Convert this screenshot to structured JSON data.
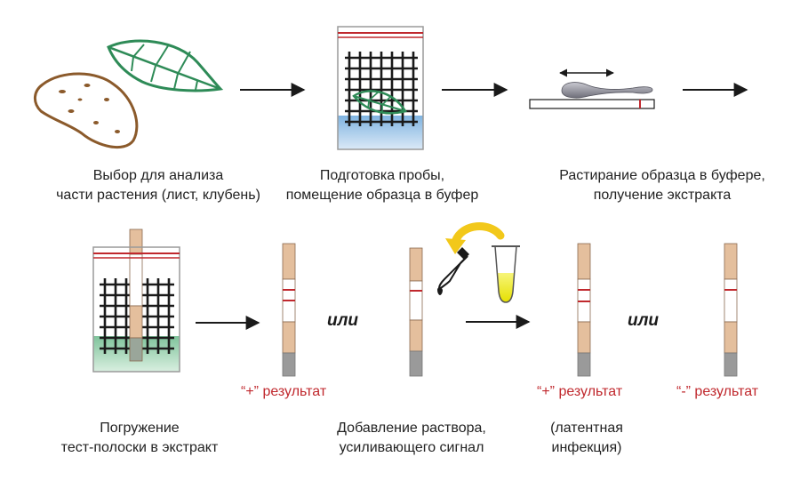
{
  "captions": {
    "step1": [
      "Выбор для анализа",
      "части растения (лист, клубень)"
    ],
    "step2": [
      "Подготовка пробы,",
      "помещение образца в буфер"
    ],
    "step3": [
      "Растирание образца в буфере,",
      "получение экстракта"
    ],
    "step4": [
      "Погружение",
      "тест-полоски в экстракт"
    ],
    "step5": [
      "Добавление раствора,",
      "усиливающего сигнал"
    ],
    "latent": [
      "(латентная",
      "инфекция)"
    ]
  },
  "results": {
    "pos1": "“+” результат",
    "pos2": "“+” результат",
    "neg": "“-” результат"
  },
  "or_word": "или",
  "colors": {
    "leaf": "#2e8b57",
    "potato": "#8b5a2b",
    "buffer": "#a9cdea",
    "extract": "#a8d5b8",
    "strip_pad": "#e4bf9d",
    "strip_end": "#9a9a9a",
    "line_red": "#c0282d",
    "arrow_yellow": "#f2c81a",
    "tube_liquid": "#f2ef1c"
  }
}
